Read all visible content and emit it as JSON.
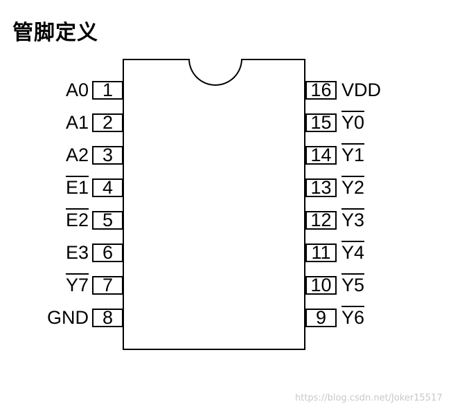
{
  "title": "管脚定义",
  "chip": {
    "left_pins": [
      {
        "num": "1",
        "label": "A0",
        "active_low": false
      },
      {
        "num": "2",
        "label": "A1",
        "active_low": false
      },
      {
        "num": "3",
        "label": "A2",
        "active_low": false
      },
      {
        "num": "4",
        "label": "E1",
        "active_low": true
      },
      {
        "num": "5",
        "label": "E2",
        "active_low": true
      },
      {
        "num": "6",
        "label": "E3",
        "active_low": false
      },
      {
        "num": "7",
        "label": "Y7",
        "active_low": true
      },
      {
        "num": "8",
        "label": "GND",
        "active_low": false
      }
    ],
    "right_pins": [
      {
        "num": "16",
        "label": "VDD",
        "active_low": false
      },
      {
        "num": "15",
        "label": "Y0",
        "active_low": true
      },
      {
        "num": "14",
        "label": "Y1",
        "active_low": true
      },
      {
        "num": "13",
        "label": "Y2",
        "active_low": true
      },
      {
        "num": "12",
        "label": "Y3",
        "active_low": true
      },
      {
        "num": "11",
        "label": "Y4",
        "active_low": true
      },
      {
        "num": "10",
        "label": "Y5",
        "active_low": true
      },
      {
        "num": "9",
        "label": "Y6",
        "active_low": true
      }
    ]
  },
  "watermark": "https://blog.csdn.net/Joker15517"
}
